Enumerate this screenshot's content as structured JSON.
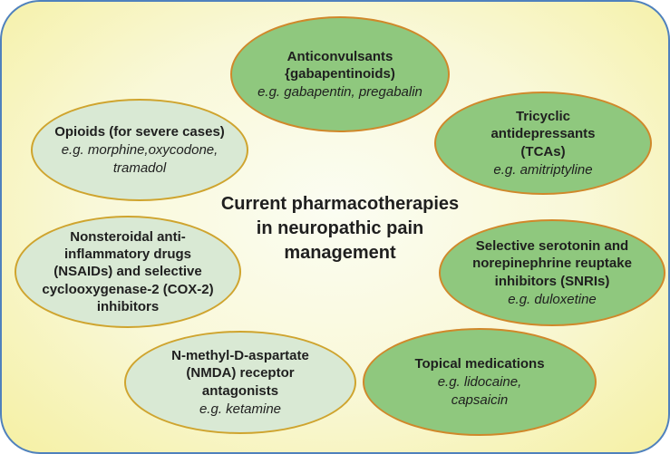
{
  "diagram": {
    "title": "Current pharmacotherapies in neuropathic pain management",
    "colors": {
      "dark_ellipse_fill": "#8fc87e",
      "light_ellipse_fill": "#d9e9d4",
      "dark_ellipse_border": "#d0882a",
      "light_ellipse_border": "#cfa42e",
      "canvas_border": "#4f81bd",
      "background_center": "#fbfdf2",
      "background_edge": "#f5f0a3",
      "text": "#1f1f1f"
    },
    "nodes": [
      {
        "id": "anticonvulsants",
        "title": "Anticonvulsants {gabapentinoids)",
        "example": "e.g. gabapentin, pregabalin",
        "variant": "dark"
      },
      {
        "id": "opioids",
        "title": "Opioids (for severe cases)",
        "example": "e.g. morphine,oxycodone, tramadol",
        "variant": "light"
      },
      {
        "id": "tcas",
        "title": "Tricyclic antidepressants (TCAs)",
        "example": "e.g. amitriptyline",
        "variant": "dark"
      },
      {
        "id": "nsaids",
        "title": "Nonsteroidal anti-inflammatory drugs (NSAIDs) and selective cyclooxygenase-2 (COX-2) inhibitors",
        "example": "",
        "variant": "light"
      },
      {
        "id": "snris",
        "title": "Selective serotonin and norepinephrine reuptake inhibitors (SNRIs)",
        "example": "e.g. duloxetine",
        "variant": "dark"
      },
      {
        "id": "nmda",
        "title": "N-methyl-D-aspartate (NMDA) receptor antagonists",
        "example": "e.g. ketamine",
        "variant": "light"
      },
      {
        "id": "topical",
        "title": "Topical medications",
        "example": "e.g. lidocaine, capsaicin",
        "variant": "dark"
      }
    ]
  }
}
